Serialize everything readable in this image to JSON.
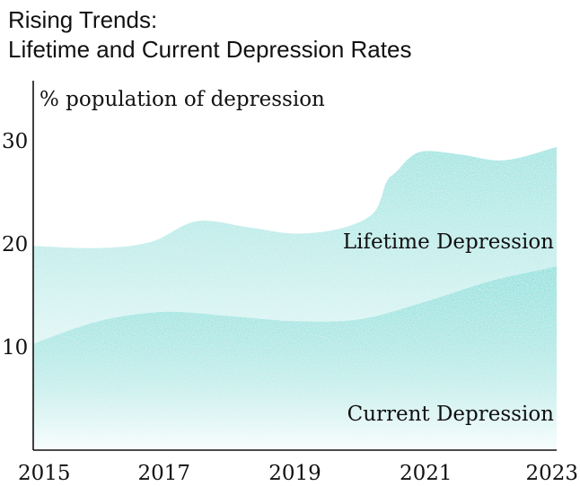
{
  "chart_data": {
    "type": "area",
    "title_lines": [
      "Rising Trends:",
      "Lifetime and Current Depression Rates"
    ],
    "ylabel": "% population of depression",
    "xlabel": "",
    "x_ticks": [
      "2015",
      "2017",
      "2019",
      "2021",
      "2023"
    ],
    "y_ticks": [
      "10",
      "20",
      "30"
    ],
    "xlim": [
      2015,
      2023
    ],
    "ylim": [
      0,
      33
    ],
    "grid": false,
    "series": [
      {
        "name": "Lifetime Depression",
        "x": [
          2015,
          2016,
          2016.8,
          2017.5,
          2018.3,
          2019,
          2019.7,
          2020.2,
          2020.4,
          2020.55,
          2020.9,
          2021.5,
          2022.2,
          2023
        ],
        "y": [
          19.8,
          19.6,
          20.2,
          22.2,
          21.6,
          21.0,
          21.5,
          23.0,
          26.0,
          27.0,
          28.9,
          28.7,
          28.1,
          29.4
        ]
      },
      {
        "name": "Current Depression",
        "x": [
          2015,
          2016,
          2017,
          2018,
          2019,
          2020,
          2021,
          2022,
          2023
        ],
        "y": [
          10.3,
          12.5,
          13.4,
          13.0,
          12.5,
          12.7,
          14.4,
          16.4,
          17.8
        ]
      }
    ],
    "colors": {
      "fill": "#8fe0dc",
      "axis": "#111111"
    }
  }
}
